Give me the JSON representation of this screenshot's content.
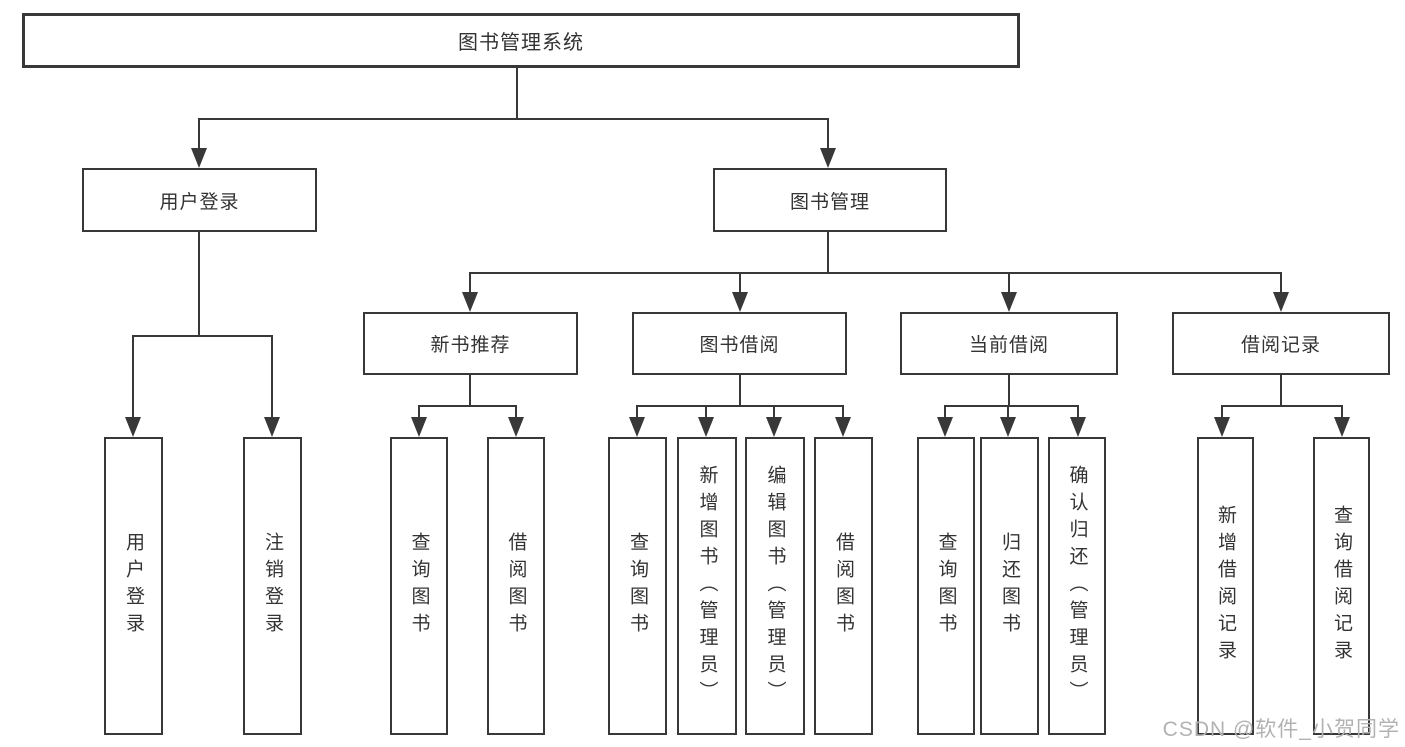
{
  "colors": {
    "line": "#383838",
    "text": "#333333",
    "watermark": "#b2b2b2",
    "background": "#ffffff"
  },
  "diagram": {
    "root": {
      "label": "图书管理系统"
    },
    "level2": [
      {
        "label": "用户登录"
      },
      {
        "label": "图书管理"
      }
    ],
    "level3": [
      {
        "label": "新书推荐"
      },
      {
        "label": "图书借阅"
      },
      {
        "label": "当前借阅"
      },
      {
        "label": "借阅记录"
      }
    ],
    "leaves": [
      {
        "label": "用户登录"
      },
      {
        "label": "注销登录"
      },
      {
        "label": "查询图书"
      },
      {
        "label": "借阅图书"
      },
      {
        "label": "查询图书"
      },
      {
        "label": "新增图书（管理员）"
      },
      {
        "label": "编辑图书（管理员）"
      },
      {
        "label": "借阅图书"
      },
      {
        "label": "查询图书"
      },
      {
        "label": "归还图书"
      },
      {
        "label": "确认归还（管理员）"
      },
      {
        "label": "新增借阅记录"
      },
      {
        "label": "查询借阅记录"
      }
    ]
  },
  "watermark": {
    "text": "CSDN @软件_小贺同学"
  }
}
